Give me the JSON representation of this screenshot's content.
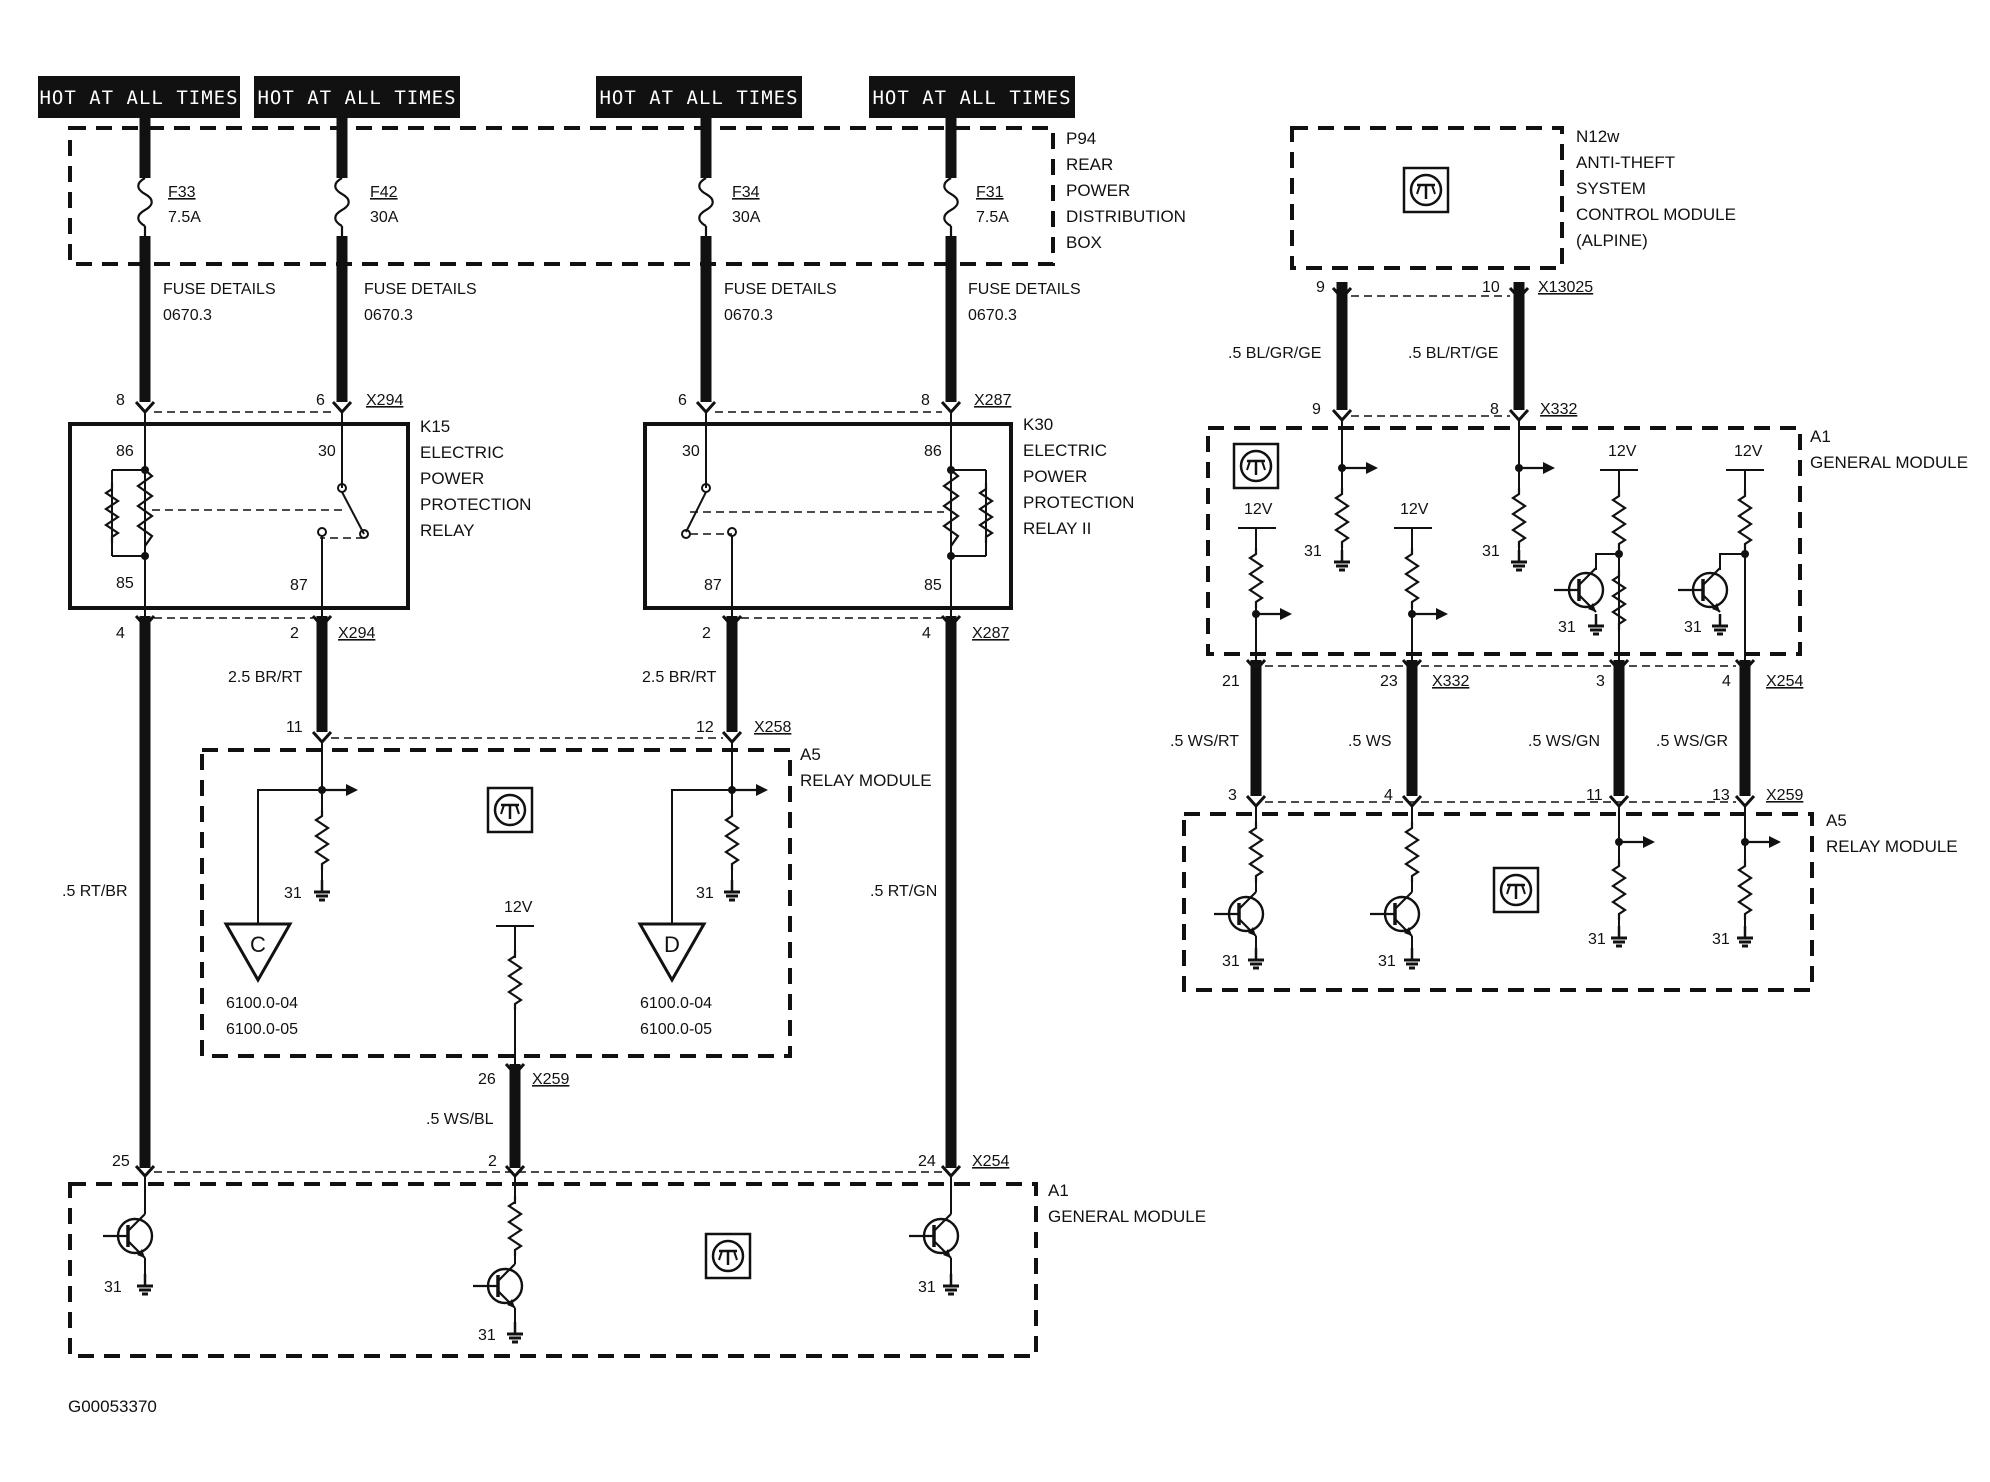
{
  "hot_labels": [
    "HOT AT ALL TIMES",
    "HOT AT ALL TIMES",
    "HOT AT ALL TIMES",
    "HOT AT ALL TIMES"
  ],
  "power_box": [
    "P94",
    "REAR",
    "POWER",
    "DISTRIBUTION",
    "BOX"
  ],
  "fuses": [
    {
      "id": "F33",
      "rating": "7.5A"
    },
    {
      "id": "F42",
      "rating": "30A"
    },
    {
      "id": "F34",
      "rating": "30A"
    },
    {
      "id": "F31",
      "rating": "7.5A"
    }
  ],
  "fuse_details": [
    "FUSE DETAILS",
    "0670.3"
  ],
  "k15": [
    "K15",
    "ELECTRIC",
    "POWER",
    "PROTECTION",
    "RELAY"
  ],
  "k30": [
    "K30",
    "ELECTRIC",
    "POWER",
    "PROTECTION",
    "RELAY II"
  ],
  "relay_pins": {
    "p86": "86",
    "p85": "85",
    "p30": "30",
    "p87": "87"
  },
  "connectors": {
    "x294": "X294",
    "x287": "X287",
    "x258": "X258",
    "x259": "X259",
    "x254": "X254",
    "x13025": "X13025",
    "x332": "X332"
  },
  "pins": {
    "p2": "2",
    "p3": "3",
    "p4": "4",
    "p6": "6",
    "p8": "8",
    "p9": "9",
    "p10": "10",
    "p11": "11",
    "p12": "12",
    "p13": "13",
    "p21": "21",
    "p23": "23",
    "p24": "24",
    "p25": "25",
    "p26": "26"
  },
  "wires": {
    "br_rt": "2.5 BR/RT",
    "rt_br": ".5 RT/BR",
    "rt_gn": ".5 RT/GN",
    "ws_bl": ".5 WS/BL",
    "bl_gr_ge": ".5 BL/GR/GE",
    "bl_rt_ge": ".5 BL/RT/GE",
    "ws_rt": ".5 WS/RT",
    "ws": ".5 WS",
    "ws_gn": ".5 WS/GN",
    "ws_gr": ".5 WS/GR"
  },
  "a5": [
    "A5",
    "RELAY MODULE"
  ],
  "a1": [
    "A1",
    "GENERAL MODULE"
  ],
  "n12w": [
    "N12w",
    "ANTI-THEFT",
    "SYSTEM",
    "CONTROL MODULE",
    "(ALPINE)"
  ],
  "voltage": "12V",
  "ground": "31",
  "ref_c": {
    "letter": "C",
    "refs": [
      "6100.0-04",
      "6100.0-05"
    ]
  },
  "ref_d": {
    "letter": "D",
    "refs": [
      "6100.0-04",
      "6100.0-05"
    ]
  },
  "figure_id": "G00053370"
}
